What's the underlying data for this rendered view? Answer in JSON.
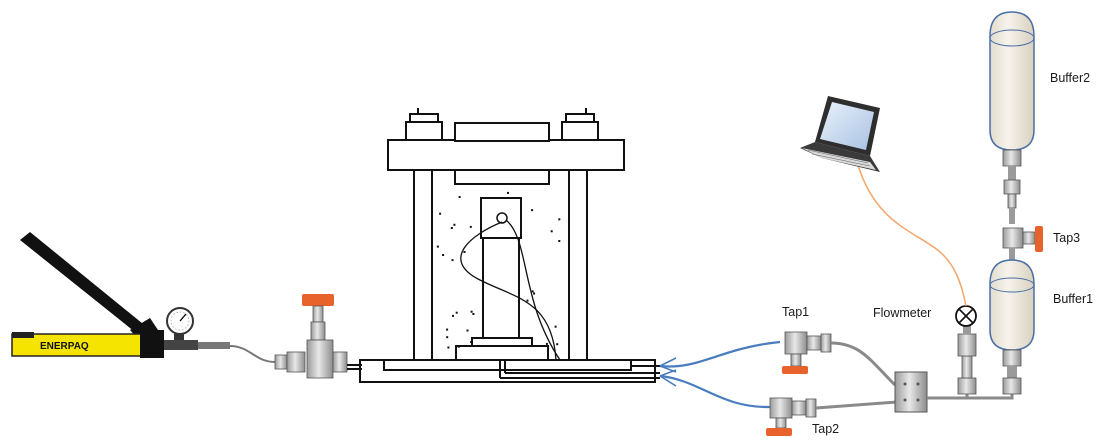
{
  "labels": {
    "buffer2": "Buffer2",
    "buffer1": "Buffer1",
    "tap1": "Tap1",
    "tap2": "Tap2",
    "tap3": "Tap3",
    "flowmeter": "Flowmeter",
    "pump_brand": "ENERPAQ"
  },
  "colors": {
    "buffer_fill": "#efebe1",
    "buffer_stroke": "#4a6fa5",
    "pump_body": "#f5e400",
    "valve_handle": "#e8632b",
    "blue_tubing": "#4a7dbf",
    "signal_cable": "#f2a66b",
    "steel": "#cfcfcf"
  },
  "icons": {
    "laptop": "laptop-icon",
    "gauge": "pressure-gauge-icon",
    "flowmeter": "flowmeter-symbol-icon"
  }
}
